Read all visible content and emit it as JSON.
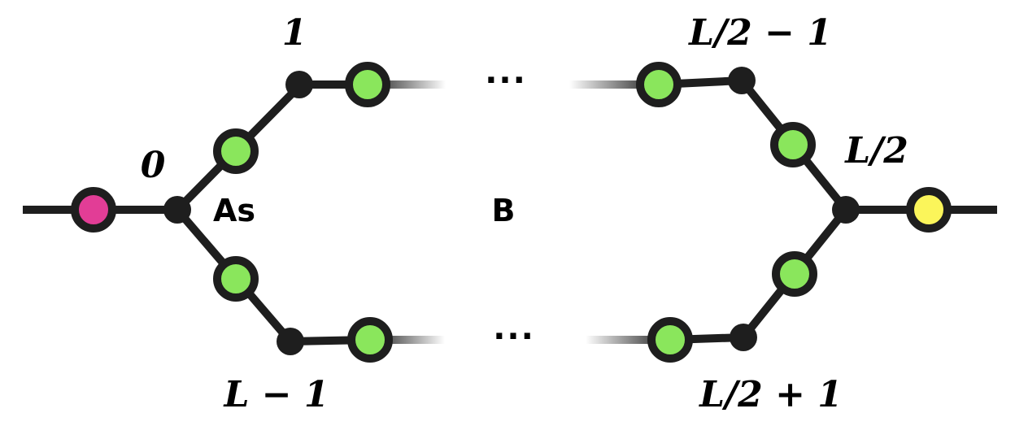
{
  "diagram": {
    "labels": {
      "zero": "0",
      "one": "1",
      "half_minus_one": "L/2 − 1",
      "half": "L/2",
      "l_minus_one": "L − 1",
      "half_plus_one": "L/2 + 1",
      "as": "As",
      "b": "B",
      "upper_ellipsis": "···",
      "lower_ellipsis": "···"
    },
    "colors": {
      "bond": "#1e1e1e",
      "ring_site": "#8ae65c",
      "source_site": "#e23d96",
      "drain_site": "#fbf55a"
    }
  }
}
